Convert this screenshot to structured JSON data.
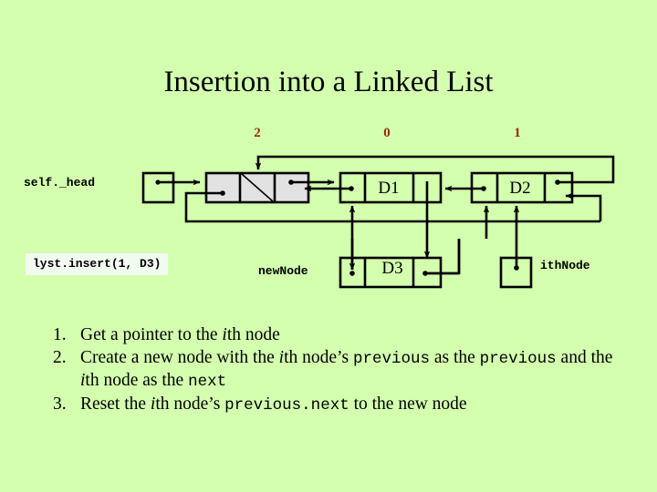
{
  "slide": {
    "background_color": "#d3ffaf",
    "title": "Insertion into a Linked List"
  },
  "diagram": {
    "index_labels": [
      {
        "text": "2",
        "color": "#9e2a06"
      },
      {
        "text": "0",
        "color": "#9e2a06"
      },
      {
        "text": "1",
        "color": "#9e2a06"
      }
    ],
    "head_label": "self._head",
    "call_label": "lyst.insert(1, D3)",
    "new_node_label": "newNode",
    "ith_node_label": "ithNode",
    "nodes": [
      {
        "name": "sentinel-node",
        "data": "",
        "filled": true,
        "slashed": true
      },
      {
        "name": "node-d1",
        "data": "D1",
        "filled": false,
        "slashed": false
      },
      {
        "name": "node-d2",
        "data": "D2",
        "filled": false,
        "slashed": false
      },
      {
        "name": "node-d3",
        "data": "D3",
        "filled": false,
        "slashed": false
      }
    ]
  },
  "steps": [
    {
      "number": "1.",
      "parts": [
        {
          "kind": "text",
          "text": "Get a pointer to the "
        },
        {
          "kind": "italic",
          "text": "i"
        },
        {
          "kind": "text",
          "text": "th node"
        }
      ]
    },
    {
      "number": "2.",
      "parts": [
        {
          "kind": "text",
          "text": "Create a new node with the "
        },
        {
          "kind": "italic",
          "text": "i"
        },
        {
          "kind": "text",
          "text": "th node’s "
        },
        {
          "kind": "code",
          "text": "previous"
        },
        {
          "kind": "text",
          "text": " as the "
        },
        {
          "kind": "code",
          "text": "previous"
        },
        {
          "kind": "text",
          "text": " and the "
        },
        {
          "kind": "italic",
          "text": "i"
        },
        {
          "kind": "text",
          "text": "th node as the "
        },
        {
          "kind": "code",
          "text": "next"
        }
      ]
    },
    {
      "number": "3.",
      "parts": [
        {
          "kind": "text",
          "text": "Reset the "
        },
        {
          "kind": "italic",
          "text": "i"
        },
        {
          "kind": "text",
          "text": "th node’s "
        },
        {
          "kind": "code",
          "text": "previous.next"
        },
        {
          "kind": "text",
          "text": " to the new node"
        }
      ]
    }
  ]
}
